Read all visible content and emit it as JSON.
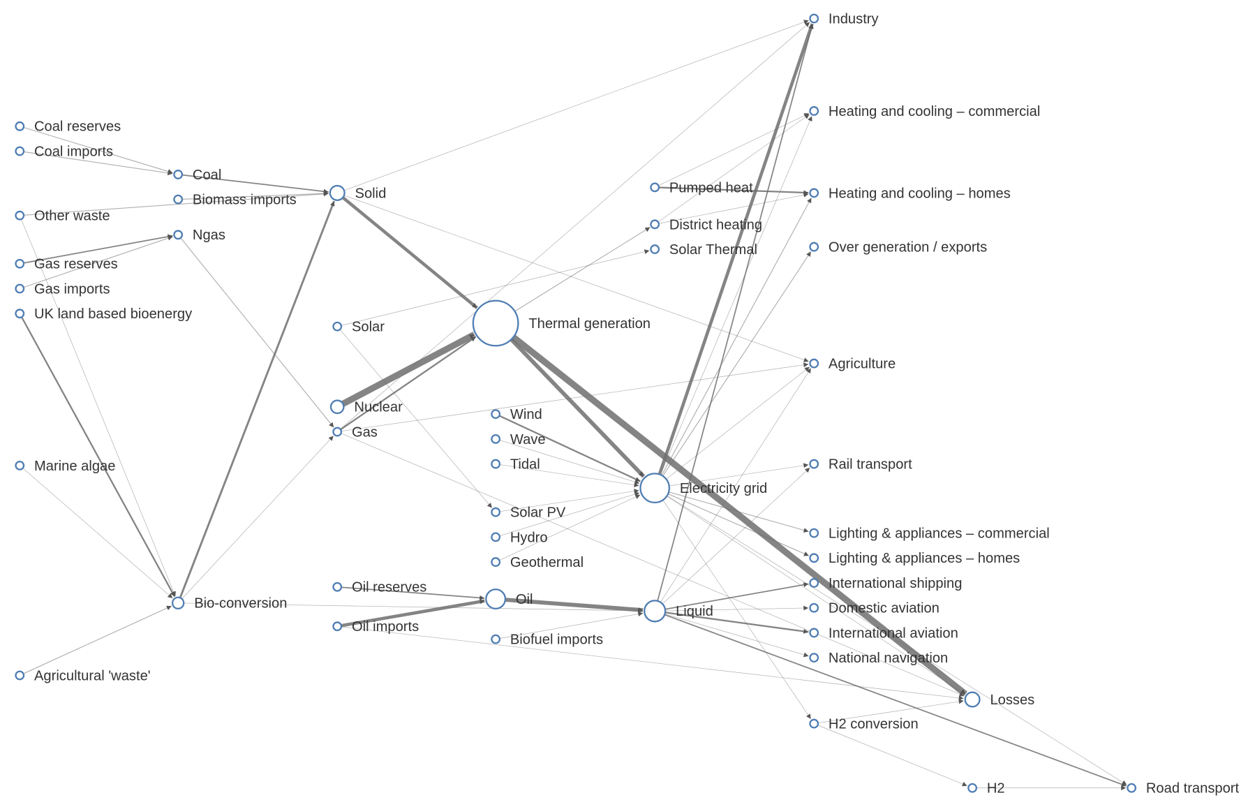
{
  "colors": {
    "node_stroke": "#4f7db3",
    "link": "#6e6e6e",
    "label": "#333333"
  },
  "nodes": [
    "Coal reserves",
    "Coal imports",
    "Coal",
    "Biomass imports",
    "Other waste",
    "Ngas",
    "Gas reserves",
    "Gas imports",
    "UK land based bioenergy",
    "Solid",
    "Solar",
    "Thermal generation",
    "Nuclear",
    "Gas",
    "Wind",
    "Wave",
    "Tidal",
    "Marine algae",
    "Solar PV",
    "Hydro",
    "Geothermal",
    "Oil reserves",
    "Bio-conversion",
    "Oil",
    "Oil imports",
    "Liquid",
    "Biofuel imports",
    "Agricultural 'waste'",
    "Industry",
    "Heating and cooling – commercial",
    "Pumped heat",
    "Heating and cooling – homes",
    "District heating",
    "Solar Thermal",
    "Over generation / exports",
    "Agriculture",
    "Electricity grid",
    "Rail transport",
    "Lighting & appliances – commercial",
    "Lighting & appliances – homes",
    "International shipping",
    "Domestic aviation",
    "International aviation",
    "National navigation",
    "Losses",
    "H2 conversion",
    "H2",
    "Road transport"
  ],
  "links": [
    [
      0,
      2,
      1
    ],
    [
      1,
      2,
      1
    ],
    [
      2,
      9,
      1.5
    ],
    [
      3,
      9,
      1
    ],
    [
      4,
      9,
      1
    ],
    [
      4,
      22,
      0.6
    ],
    [
      6,
      5,
      1.5
    ],
    [
      7,
      5,
      1
    ],
    [
      8,
      22,
      2
    ],
    [
      17,
      22,
      0.6
    ],
    [
      27,
      22,
      1
    ],
    [
      5,
      13,
      1
    ],
    [
      22,
      9,
      2.5
    ],
    [
      22,
      13,
      0.6
    ],
    [
      22,
      25,
      0.6
    ],
    [
      9,
      11,
      4
    ],
    [
      9,
      28,
      0.6
    ],
    [
      9,
      35,
      0.6
    ],
    [
      10,
      33,
      0.6
    ],
    [
      10,
      18,
      0.6
    ],
    [
      12,
      11,
      8
    ],
    [
      13,
      11,
      2
    ],
    [
      13,
      35,
      0.6
    ],
    [
      13,
      44,
      0.6
    ],
    [
      13,
      28,
      0.6
    ],
    [
      11,
      36,
      5
    ],
    [
      11,
      44,
      8
    ],
    [
      11,
      32,
      1
    ],
    [
      14,
      36,
      2
    ],
    [
      15,
      36,
      0.6
    ],
    [
      16,
      36,
      0.6
    ],
    [
      18,
      36,
      0.6
    ],
    [
      19,
      36,
      0.6
    ],
    [
      20,
      36,
      0.6
    ],
    [
      21,
      23,
      1.5
    ],
    [
      24,
      23,
      4
    ],
    [
      23,
      25,
      5
    ],
    [
      26,
      25,
      0.6
    ],
    [
      24,
      44,
      0.6
    ],
    [
      36,
      28,
      4
    ],
    [
      36,
      29,
      0.6
    ],
    [
      36,
      31,
      1
    ],
    [
      36,
      34,
      1
    ],
    [
      36,
      35,
      0.6
    ],
    [
      36,
      37,
      0.6
    ],
    [
      36,
      38,
      1
    ],
    [
      36,
      39,
      1
    ],
    [
      36,
      44,
      0.6
    ],
    [
      36,
      45,
      0.6
    ],
    [
      36,
      47,
      0.6
    ],
    [
      25,
      28,
      1.5
    ],
    [
      25,
      35,
      0.6
    ],
    [
      25,
      37,
      0.6
    ],
    [
      25,
      40,
      1.5
    ],
    [
      25,
      41,
      0.6
    ],
    [
      25,
      42,
      2
    ],
    [
      25,
      43,
      0.6
    ],
    [
      25,
      47,
      1.5
    ],
    [
      30,
      29,
      0.6
    ],
    [
      30,
      31,
      2
    ],
    [
      32,
      29,
      0.6
    ],
    [
      32,
      31,
      0.6
    ],
    [
      45,
      44,
      0.6
    ],
    [
      45,
      46,
      0.6
    ],
    [
      46,
      47,
      0.6
    ]
  ]
}
